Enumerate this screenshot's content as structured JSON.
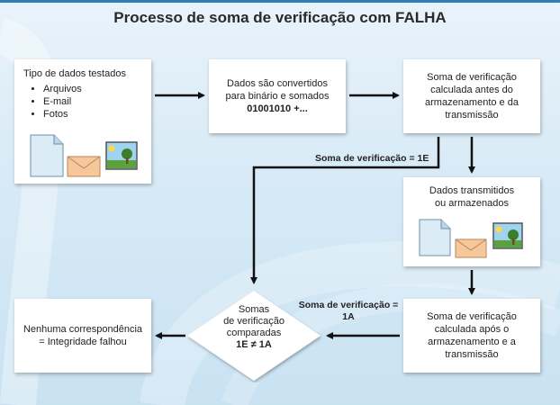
{
  "title": "Processo de soma de verificação com FALHA",
  "box_types": {
    "heading": "Tipo de dados testados",
    "items": [
      "Arquivos",
      "E-mail",
      "Fotos"
    ]
  },
  "box_convert": {
    "line1": "Dados são convertidos",
    "line2": "para binário e somados",
    "line3": "01001010 +..."
  },
  "box_before": {
    "line1": "Soma de verificação",
    "line2": "calculada antes do",
    "line3": "armazenamento e da",
    "line4": "transmissão"
  },
  "box_transmitted": {
    "line1": "Dados transmitidos",
    "line2": "ou armazenados"
  },
  "box_after": {
    "line1": "Soma de verificação",
    "line2": "calculada após o",
    "line3": "armazenamento e a",
    "line4": "transmissão"
  },
  "diamond": {
    "line1": "Somas",
    "line2": "de verificação",
    "line3": "comparadas",
    "line4": "1E ≠ 1A"
  },
  "box_result": {
    "line1": "Nenhuma correspondência",
    "line2": "= Integridade falhou"
  },
  "label_1e": "Soma de verificação = 1E",
  "label_1a_line1": "Soma de verificação =",
  "label_1a_line2": "1A",
  "icons": [
    "document-icon",
    "envelope-icon",
    "photo-icon"
  ],
  "colors": {
    "accent": "#2f80b8",
    "arrow": "#111111",
    "envelope": "#f6c79a",
    "document": "#dcecf7",
    "photo_sky": "#9fd3ef",
    "photo_grass": "#5aa33a"
  }
}
